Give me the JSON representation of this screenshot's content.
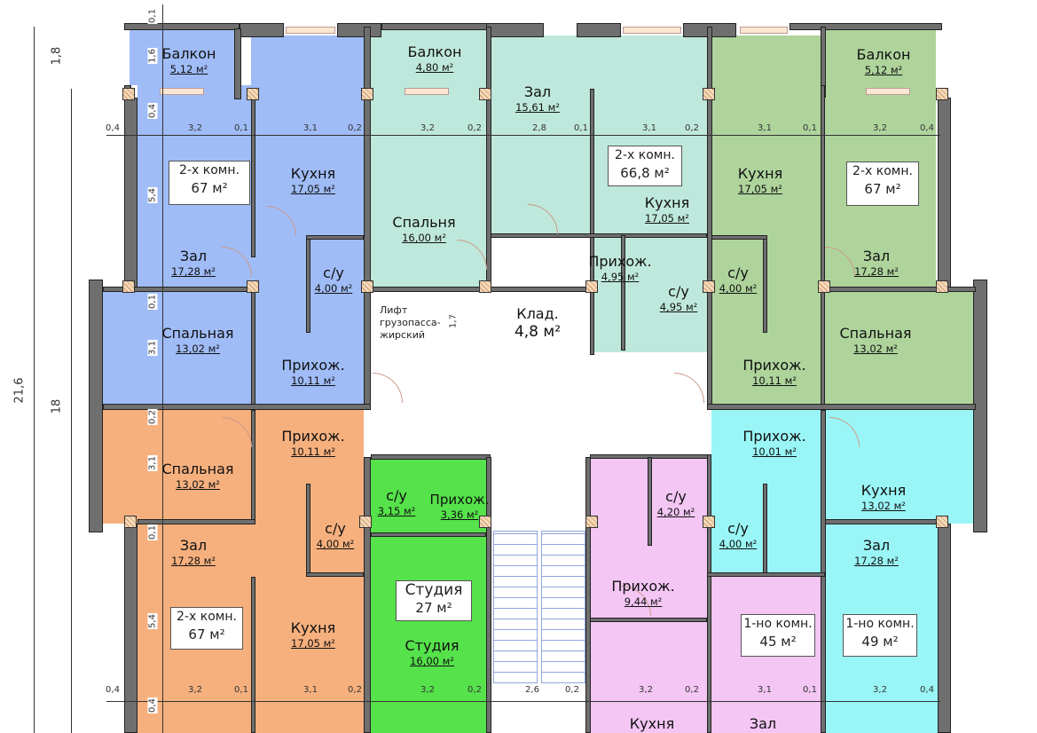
{
  "colors": {
    "blue": "#9fbcf7",
    "teal": "#bfe8dc",
    "olive": "#aed49c",
    "orange": "#f6b07e",
    "green": "#55e24a",
    "pink": "#f3c6f3",
    "cyan": "#9af6f6",
    "wall": "#6f6f6f"
  },
  "apartments": {
    "blue": {
      "type": "2-х комн.",
      "area": "67 м²",
      "rooms": [
        {
          "name": "Балкон",
          "area": "5,12 м²"
        },
        {
          "name": "Кухня",
          "area": "17,05 м²"
        },
        {
          "name": "Зал",
          "area": "17,28 м²"
        },
        {
          "name": "с/у",
          "area": "4,00 м²"
        },
        {
          "name": "Спальная",
          "area": "13,02 м²"
        },
        {
          "name": "Прихож.",
          "area": "10,11 м²"
        }
      ]
    },
    "teal": {
      "type": "2-х комн.",
      "area": "66,8  м²",
      "rooms": [
        {
          "name": "Балкон",
          "area": "4,80 м²"
        },
        {
          "name": "Зал",
          "area": "15,61 м²"
        },
        {
          "name": "Кухня",
          "area": "17,05 м²"
        },
        {
          "name": "Спальня",
          "area": "16,00 м²"
        },
        {
          "name": "Прихож.",
          "area": "4,95 м²"
        },
        {
          "name": "с/у",
          "area": "4,95 м²"
        }
      ]
    },
    "olive": {
      "type": "2-х комн.",
      "area": "67 м²",
      "rooms": [
        {
          "name": "Балкон",
          "area": "5,12 м²"
        },
        {
          "name": "Кухня",
          "area": "17,05 м²"
        },
        {
          "name": "Зал",
          "area": "17,28 м²"
        },
        {
          "name": "с/у",
          "area": "4,00 м²"
        },
        {
          "name": "Спальная",
          "area": "13,02 м²"
        },
        {
          "name": "Прихож.",
          "area": "10,11 м²"
        }
      ]
    },
    "orange": {
      "type": "2-х комн.",
      "area": "67 м²",
      "rooms": [
        {
          "name": "Прихож.",
          "area": "10,11 м²"
        },
        {
          "name": "Спальная",
          "area": "13,02 м²"
        },
        {
          "name": "с/у",
          "area": "4,00 м²"
        },
        {
          "name": "Зал",
          "area": "17,28 м²"
        },
        {
          "name": "Кухня",
          "area": "17,05 м²"
        }
      ]
    },
    "studio": {
      "type": "Студия",
      "area": "27  м²",
      "rooms": [
        {
          "name": "с/у",
          "area": "3,15 м²"
        },
        {
          "name": "Прихож.",
          "area": "3,36 м²"
        },
        {
          "name": "Студия",
          "area": "16,00 м²"
        }
      ]
    },
    "pink": {
      "type": "1-но комн.",
      "area": "45 м²",
      "rooms": [
        {
          "name": "с/у",
          "area": "4,20 м²"
        },
        {
          "name": "Прихож.",
          "area": "9,44 м²"
        },
        {
          "name": "Кухня"
        },
        {
          "name": "Зал"
        }
      ]
    },
    "cyan": {
      "type": "1-но комн.",
      "area": "49 м²",
      "rooms": [
        {
          "name": "Прихож.",
          "area": "10,01 м²"
        },
        {
          "name": "Кухня",
          "area": "13,02 м²"
        },
        {
          "name": "с/у",
          "area": "4,00 м²"
        },
        {
          "name": "Зал",
          "area": "17,28 м²"
        }
      ]
    }
  },
  "common": {
    "storage": {
      "name": "Клад.",
      "area": "4,8 м²"
    },
    "lift": [
      "Лифт",
      "грузопасса-",
      "жирский"
    ],
    "lift_dim": "1,7"
  },
  "dims": {
    "top": [
      "0,4",
      "3,2",
      "0,1",
      "3,1",
      "0,2",
      "3,2",
      "0,2",
      "2,8",
      "0,1",
      "3,1",
      "0,2",
      "3,1",
      "0,1",
      "3,2",
      "0,4"
    ],
    "bottom": [
      "0,4",
      "3,2",
      "0,1",
      "3,1",
      "0,2",
      "3,2",
      "0,2",
      "2,6",
      "0,2",
      "3,2",
      "0,2",
      "3,1",
      "0,1",
      "3,2",
      "0,4"
    ],
    "left": [
      "0,1",
      "1,6",
      "0,4",
      "5,4",
      "0,1",
      "3,1",
      "0,2",
      "3,1",
      "0,1",
      "5,4",
      "0,4"
    ],
    "overall": {
      "balcony": "1,8",
      "total": "21,6",
      "main": "18"
    }
  }
}
